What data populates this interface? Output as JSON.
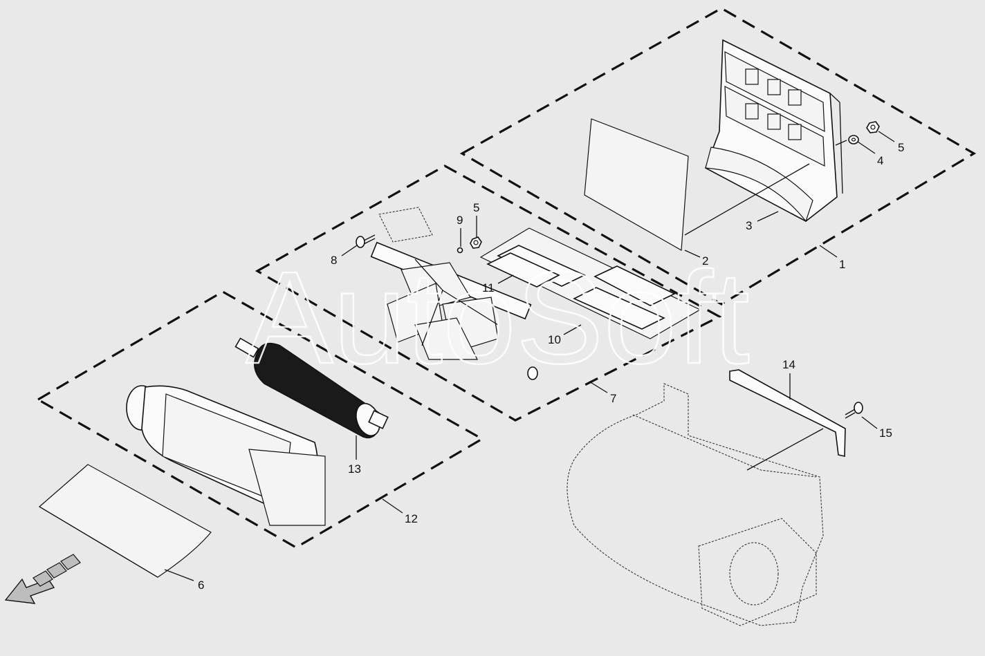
{
  "watermark": "AutoSoft",
  "callouts": {
    "c1": "1",
    "c2": "2",
    "c3": "3",
    "c4": "4",
    "c5a": "5",
    "c5b": "5",
    "c6": "6",
    "c7": "7",
    "c8": "8",
    "c9": "9",
    "c10": "10",
    "c11": "11",
    "c12": "12",
    "c13": "13",
    "c14": "14",
    "c15": "15"
  },
  "colors": {
    "background": "#e9e9e9",
    "line": "#111111",
    "roller": "#1a1a1a"
  },
  "icons": [
    "direction-arrow-icon"
  ]
}
